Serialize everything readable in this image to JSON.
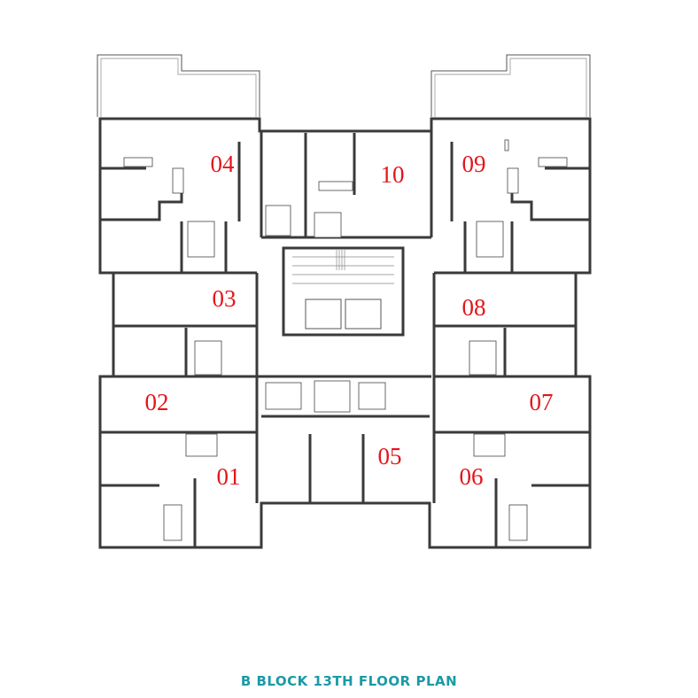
{
  "colors": {
    "label": "#e3161b",
    "caption": "#1a9aa6",
    "lines": "#3a3a3a"
  },
  "units": [
    {
      "id": "04",
      "label": "04"
    },
    {
      "id": "10",
      "label": "10"
    },
    {
      "id": "09",
      "label": "09"
    },
    {
      "id": "03",
      "label": "03"
    },
    {
      "id": "08",
      "label": "08"
    },
    {
      "id": "02",
      "label": "02"
    },
    {
      "id": "07",
      "label": "07"
    },
    {
      "id": "01",
      "label": "01"
    },
    {
      "id": "05",
      "label": "05"
    },
    {
      "id": "06",
      "label": "06"
    }
  ],
  "caption": "B BLOCK 13TH FLOOR PLAN"
}
